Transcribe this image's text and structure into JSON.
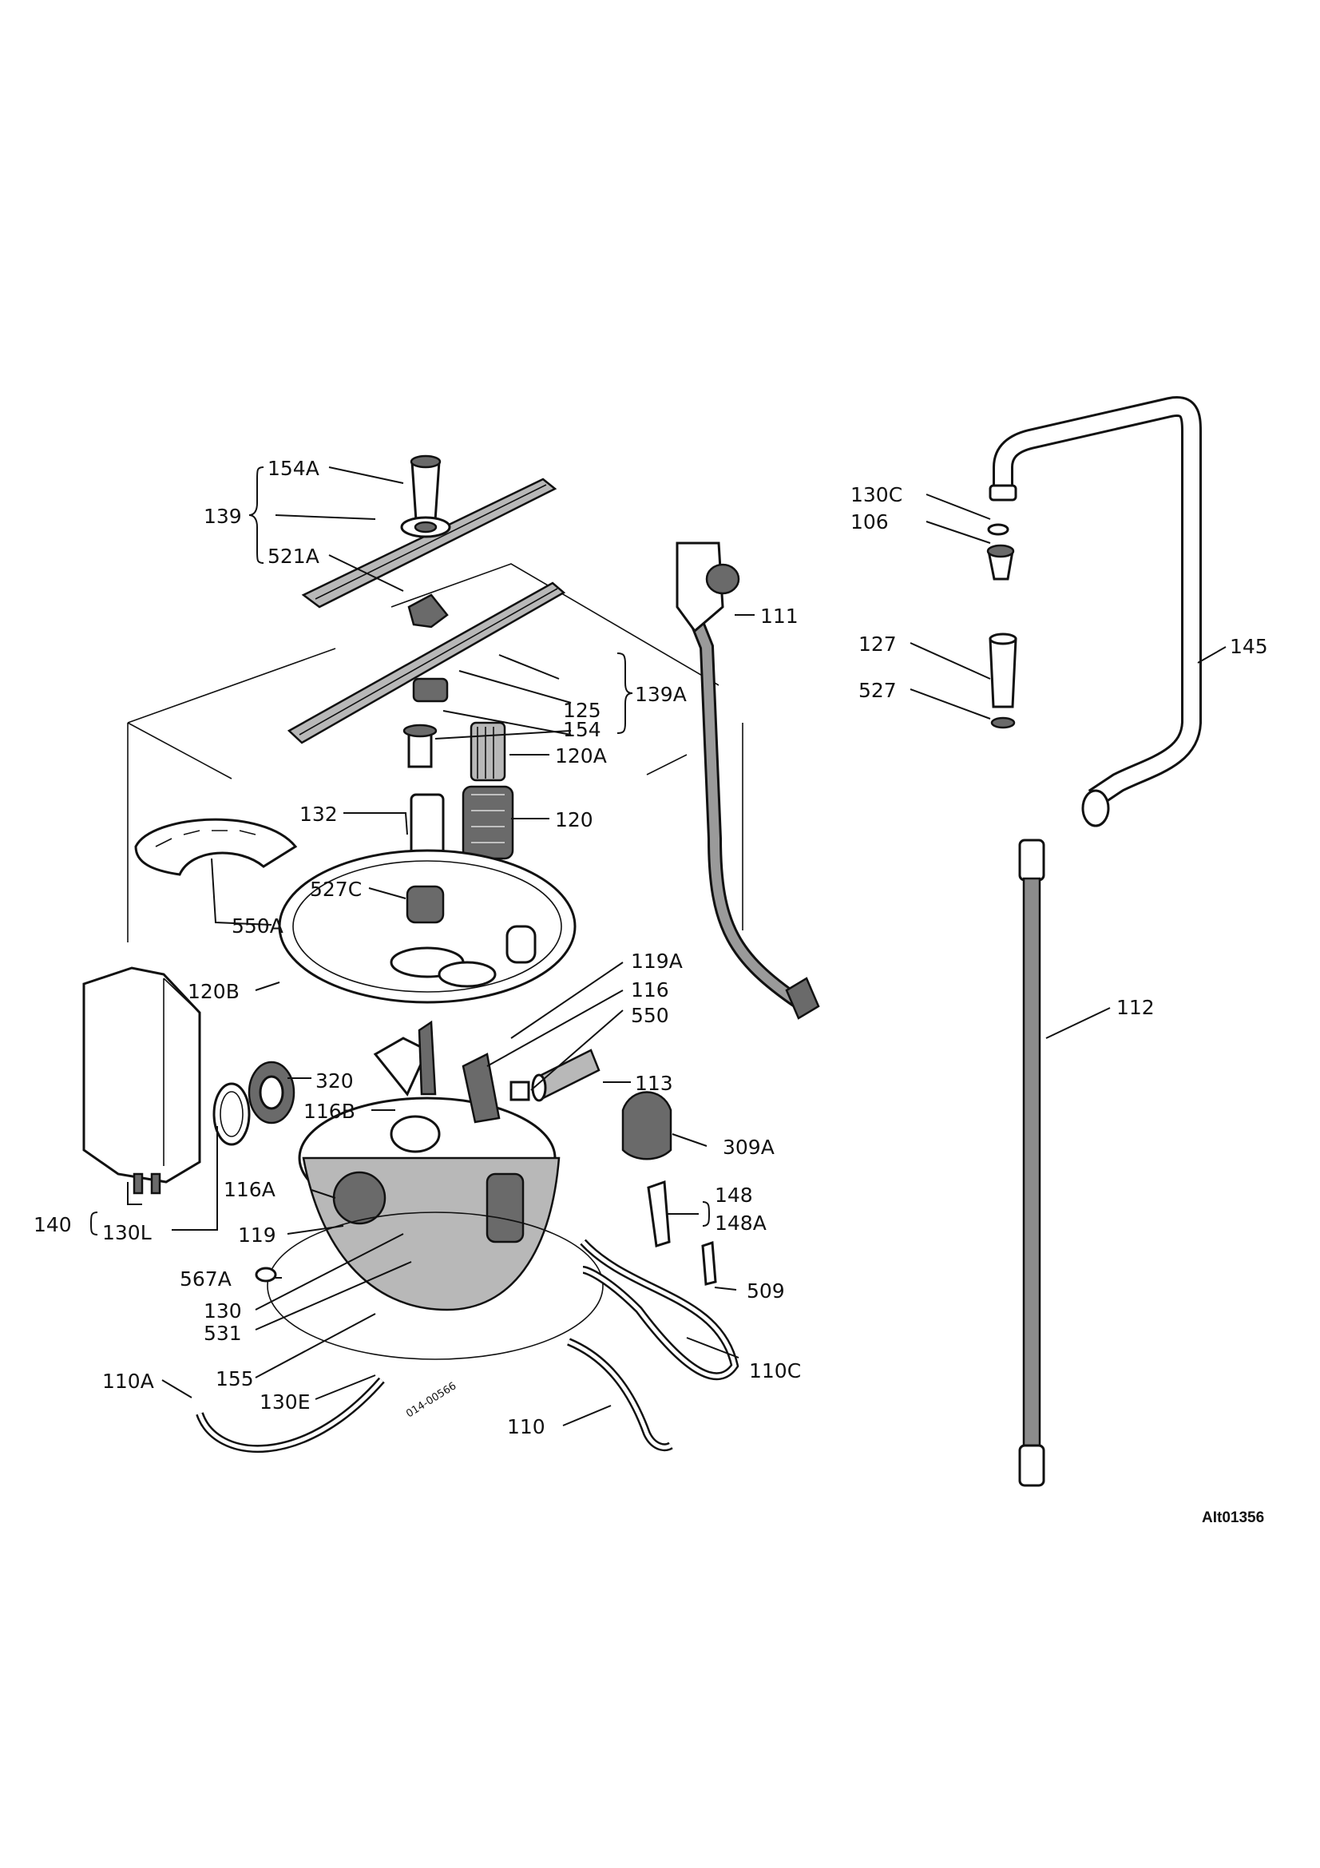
{
  "diagram_code": "AIt01356",
  "stamp": "014-00566",
  "labels": {
    "l154A": "154A",
    "l139": "139",
    "l521A": "521A",
    "l139A": "139A",
    "l125": "125",
    "l154": "154",
    "l120A": "120A",
    "l120": "120",
    "l132": "132",
    "l527C": "527C",
    "l550A": "550A",
    "l120B": "120B",
    "l119A": "119A",
    "l116": "116",
    "l550": "550",
    "l320": "320",
    "l116B": "116B",
    "l113": "113",
    "l309A": "309A",
    "l116A": "116A",
    "l140": "140",
    "l130L": "130L",
    "l119": "119",
    "l148": "148",
    "l148A": "148A",
    "l567A": "567A",
    "l130": "130",
    "l509": "509",
    "l531": "531",
    "l155": "155",
    "l110A": "110A",
    "l130E": "130E",
    "l110C": "110C",
    "l110": "110",
    "l111": "111",
    "l130C": "130C",
    "l106": "106",
    "l127": "127",
    "l527": "527",
    "l145": "145",
    "l112": "112"
  },
  "colors": {
    "ink": "#111111",
    "paper": "#ffffff",
    "shade": "#6a6a6a"
  }
}
